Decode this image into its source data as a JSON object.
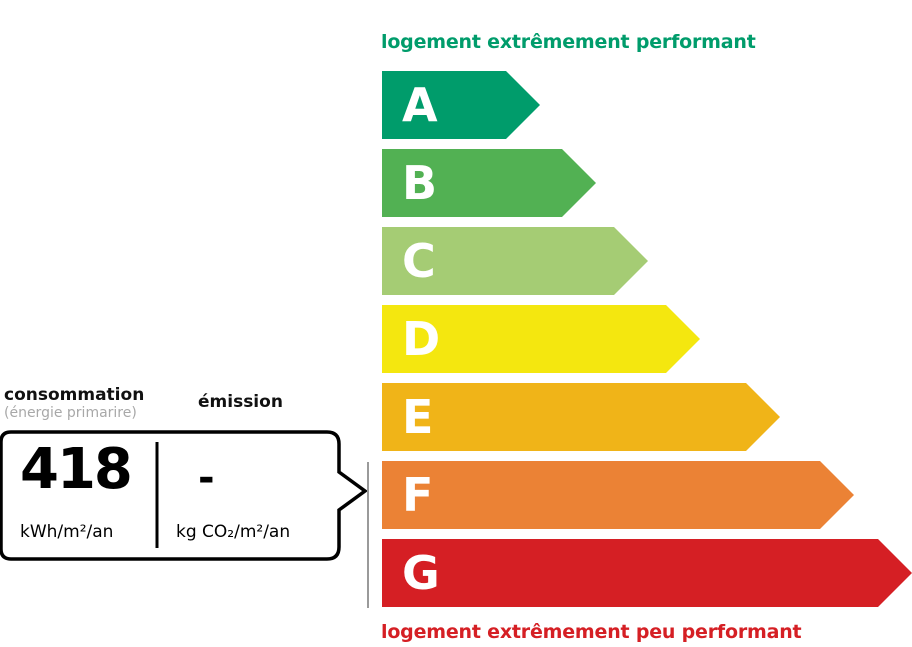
{
  "header": {
    "top_label": "logement extrêmement performant",
    "bottom_label": "logement extrêmement peu performant"
  },
  "chart_data": {
    "type": "bar",
    "classes": [
      {
        "letter": "A",
        "color": "#009c6b"
      },
      {
        "letter": "B",
        "color": "#52b153"
      },
      {
        "letter": "C",
        "color": "#a5cc74"
      },
      {
        "letter": "D",
        "color": "#f4e70f"
      },
      {
        "letter": "E",
        "color": "#f0b418"
      },
      {
        "letter": "F",
        "color": "#eb8235"
      },
      {
        "letter": "G",
        "color": "#d51f24"
      }
    ]
  },
  "consumption": {
    "label": "consommation",
    "sublabel": "(énergie primarire)",
    "value": "418",
    "unit": "kWh/m²/an"
  },
  "emission": {
    "label": "émission",
    "value": "-",
    "unit": "kg CO₂/m²/an"
  }
}
